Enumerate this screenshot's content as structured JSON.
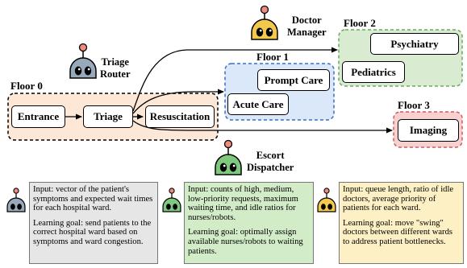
{
  "floors": {
    "floor0": {
      "label": "Floor 0",
      "fill": "#fde7d6"
    },
    "floor1": {
      "label": "Floor 1",
      "fill": "#dbe8fa"
    },
    "floor2": {
      "label": "Floor 2",
      "fill": "#d9ecd2"
    },
    "floor3": {
      "label": "Floor 3",
      "fill": "#f8d0d0"
    }
  },
  "nodes": {
    "entrance": "Entrance",
    "triage": "Triage",
    "resuscitation": "Resuscitation",
    "prompt_care": "Prompt Care",
    "acute_care": "Acute Care",
    "psychiatry": "Psychiatry",
    "pediatrics": "Pediatrics",
    "imaging": "Imaging"
  },
  "agents": {
    "triage_router": {
      "name_line1": "Triage",
      "name_line2": "Router",
      "color": "#97a9bb",
      "icon": "robot-icon"
    },
    "doctor_manager": {
      "name_line1": "Doctor",
      "name_line2": "Manager",
      "color": "#f2c94c",
      "icon": "robot-icon"
    },
    "escort_dispatcher": {
      "name_line1": "Escort",
      "name_line2": "Dispatcher",
      "color": "#7fc97f",
      "icon": "robot-icon"
    }
  },
  "info_boxes": {
    "triage_router": {
      "fill": "#e6e6e6",
      "input": "Input: vector of the patient's symptoms and expected wait times for each hospital ward.",
      "goal": "Learning goal: send patients to the correct hospital ward based on symptoms and ward congestion."
    },
    "escort_dispatcher": {
      "fill": "#d3ecc8",
      "input": "Input: counts of high, medium, low-priority requests, maximum waiting time, and idle ratios for nurses/robots.",
      "goal": "Learning goal: optimally assign available nurses/robots to waiting patients."
    },
    "doctor_manager": {
      "fill": "#fdf0c4",
      "input": "Input: queue length, ratio of idle doctors, average priority of patients for each ward.",
      "goal": "Learning goal: move \"swing\" doctors between different wards to address patient bottlenecks."
    }
  }
}
